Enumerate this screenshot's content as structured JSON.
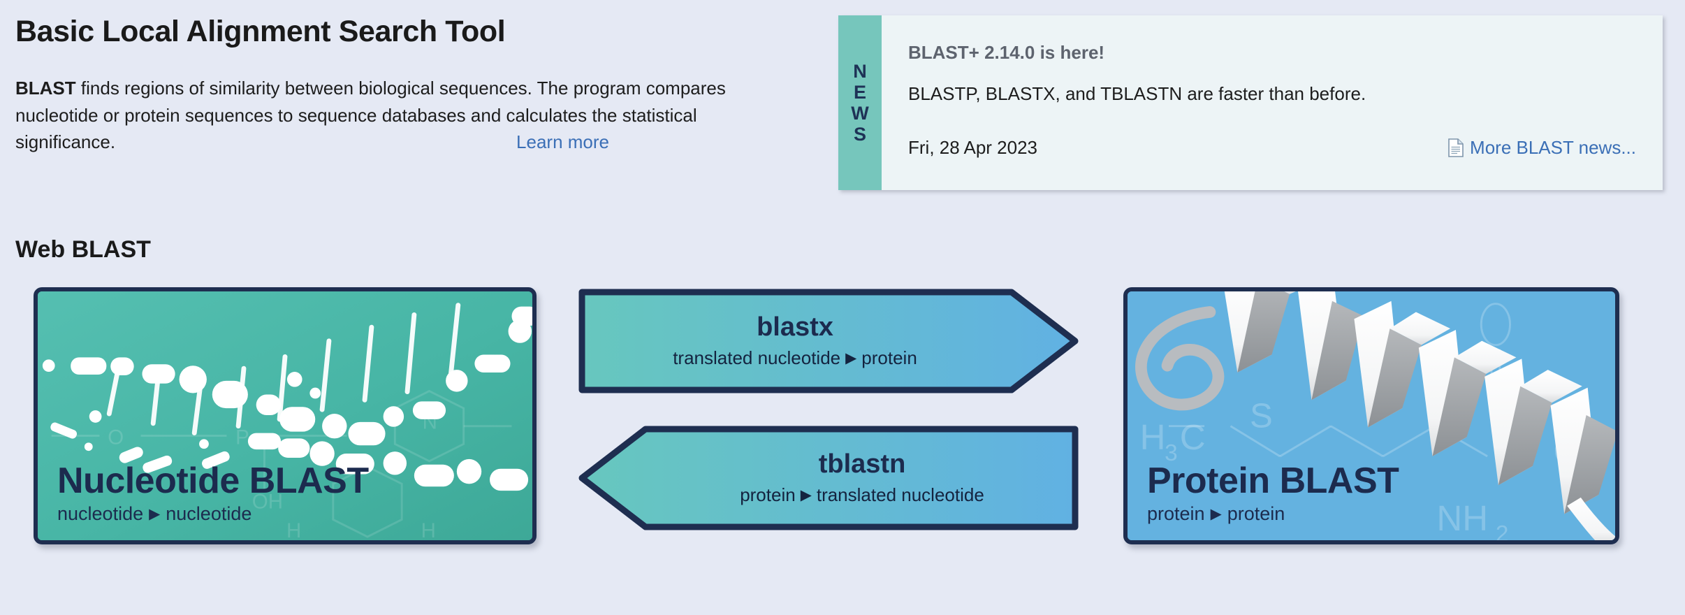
{
  "header": {
    "title": "Basic Local Alignment Search Tool",
    "description_bold": "BLAST",
    "description": " finds regions of similarity between biological sequences. The program compares nucleotide or protein sequences to sequence databases and calculates the statistical significance.",
    "learn_more": "Learn more"
  },
  "news": {
    "strip_letters": [
      "N",
      "E",
      "W",
      "S"
    ],
    "headline": "BLAST+ 2.14.0 is here!",
    "body": "BLASTP, BLASTX, and TBLASTN are faster than before.",
    "date": "Fri, 28 Apr 2023",
    "more_link": "More BLAST news...",
    "more_icon": "document-icon",
    "strip_color": "#76c6bc",
    "background": "#edf4f6",
    "headline_color": "#5d636e"
  },
  "section": {
    "title": "Web BLAST"
  },
  "tools": {
    "nucleotide": {
      "title": "Nucleotide BLAST",
      "subtitle_from": "nucleotide",
      "subtitle_to": "nucleotide",
      "arrow_glyph": "▶",
      "color": "#46b4a4",
      "border_color": "#1e2e50",
      "art": "dna-double-helix"
    },
    "protein": {
      "title": "Protein BLAST",
      "subtitle_from": "protein",
      "subtitle_to": "protein",
      "arrow_glyph": "▶",
      "color": "#64b2e0",
      "border_color": "#1e2e50",
      "art": "alpha-helix-ribbon"
    },
    "blastx": {
      "name": "blastx",
      "subtitle_from": "translated nucleotide",
      "subtitle_to": "protein",
      "arrow_glyph": "▶",
      "direction": "right",
      "gradient_from": "#64c4bc",
      "gradient_to": "#62b2e2"
    },
    "tblastn": {
      "name": "tblastn",
      "subtitle_from": "protein",
      "subtitle_to": "translated nucleotide",
      "arrow_glyph": "▶",
      "direction": "left",
      "gradient_from": "#64c4bc",
      "gradient_to": "#62b2e2"
    }
  }
}
